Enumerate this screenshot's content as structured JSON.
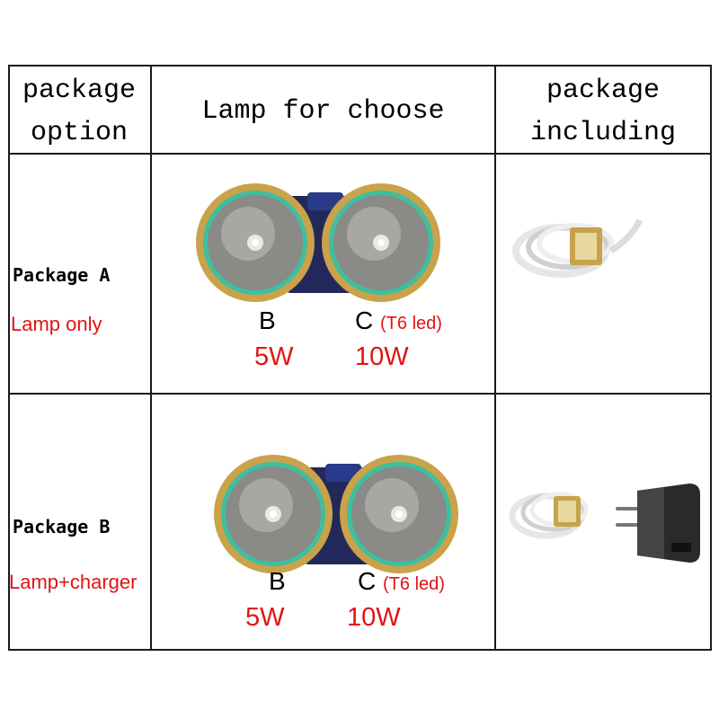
{
  "header": {
    "col1_line1": "package",
    "col1_line2": "option",
    "col2": "Lamp for choose",
    "col3_line1": "package",
    "col3_line2": "including"
  },
  "rows": [
    {
      "name": "Package A",
      "subtitle": "Lamp only",
      "lamp_b": "B",
      "lamp_c": "C",
      "lamp_c_note": "(T6 led)",
      "watt_b": "5W",
      "watt_c": "10W"
    },
    {
      "name": "Package B",
      "subtitle": "Lamp+charger",
      "lamp_b": "B",
      "lamp_c": "C",
      "lamp_c_note": "(T6 led)",
      "watt_b": "5W",
      "watt_c": "10W"
    }
  ],
  "colors": {
    "border": "#1a1a1a",
    "accent_red": "#e01414",
    "lamp_gold": "#c9a24a",
    "lamp_ring": "#3dbfa0"
  }
}
